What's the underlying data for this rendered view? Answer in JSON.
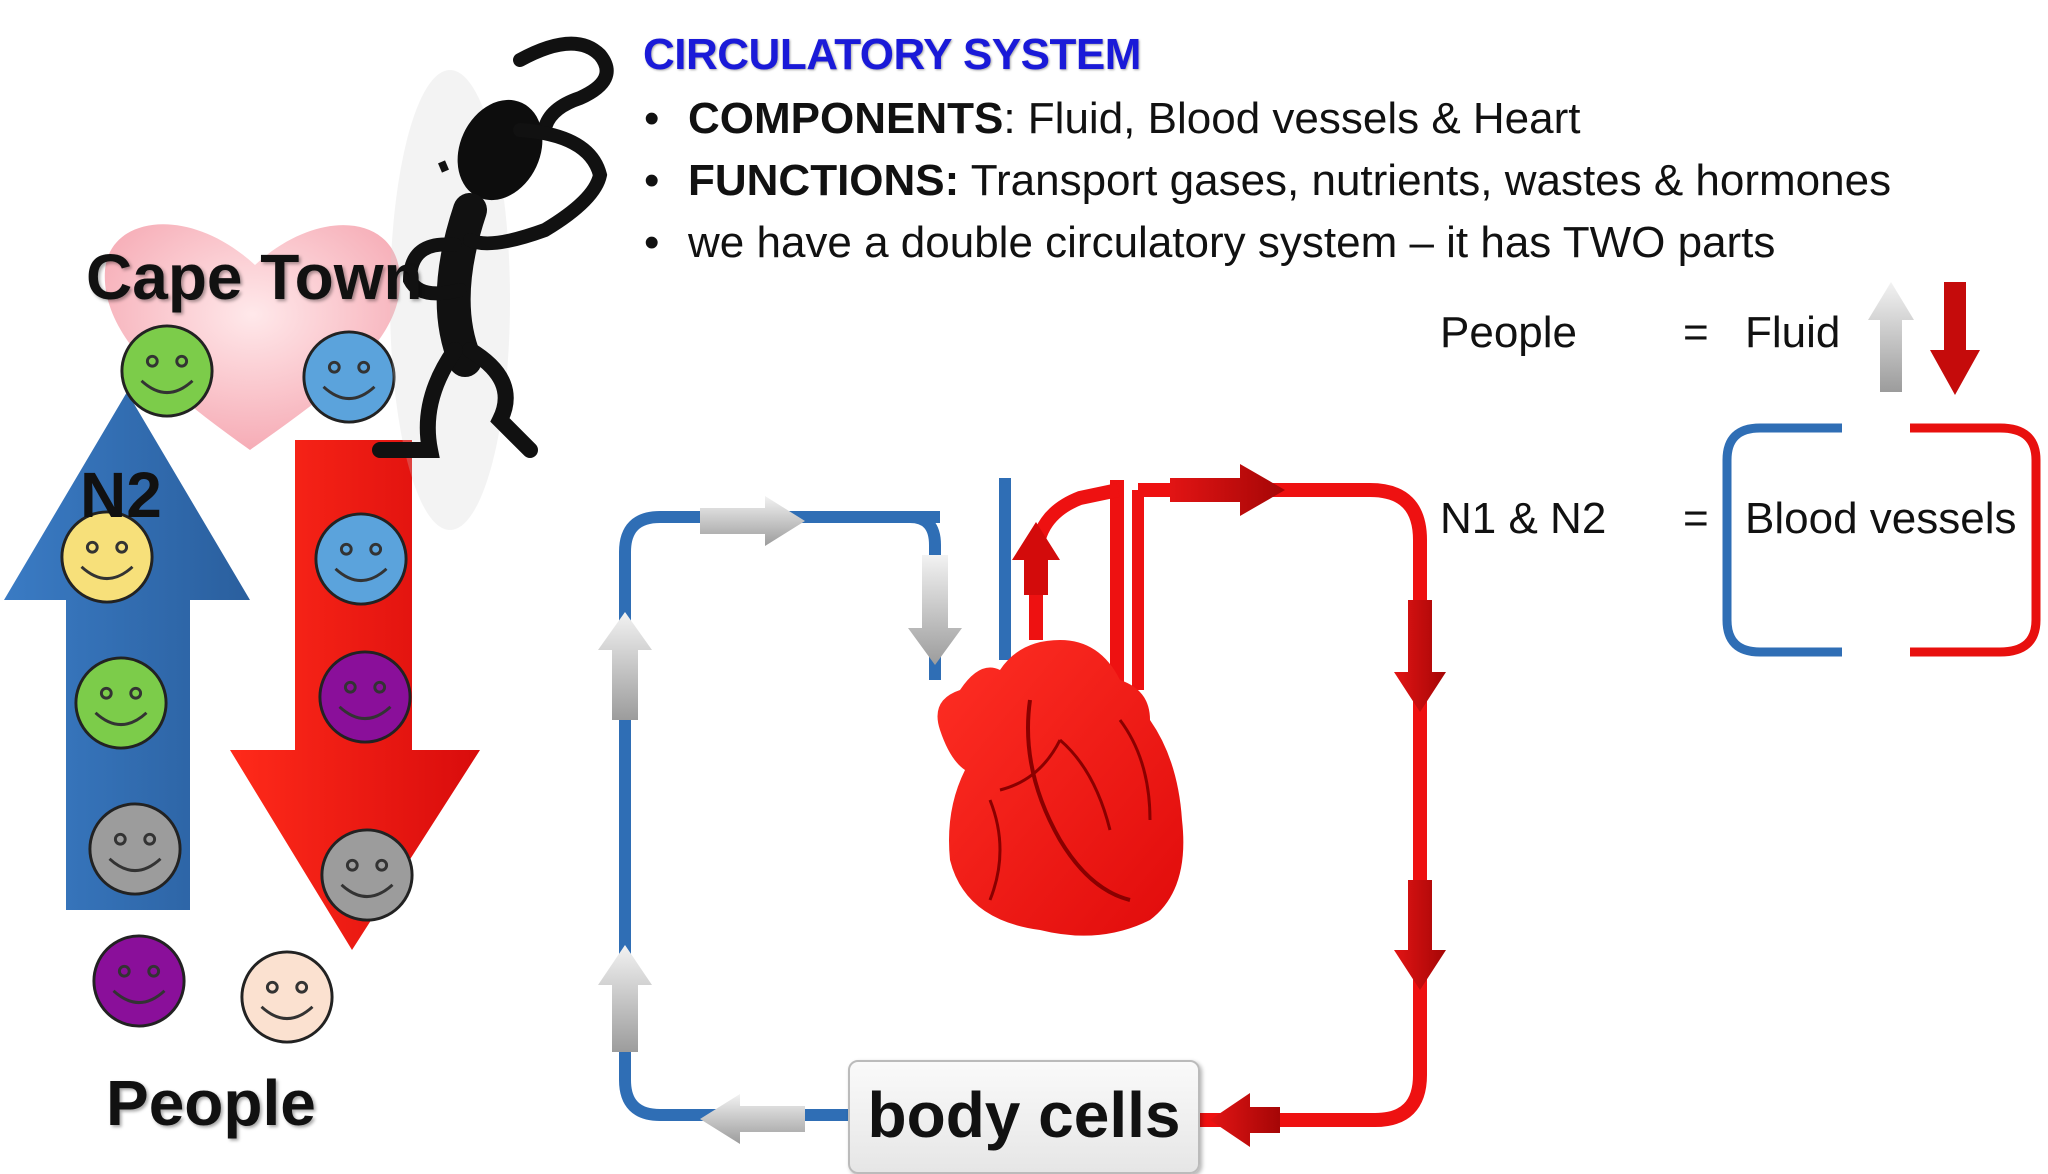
{
  "slide": {
    "title": "CIRCULATORY SYSTEM",
    "bullets": [
      {
        "bold": "COMPONENTS",
        "text": ":  Fluid, Blood vessels & Heart"
      },
      {
        "bold": "FUNCTIONS:",
        "text": " Transport gases, nutrients, wastes & hormones"
      },
      {
        "bold": "",
        "text": "we have a double circulatory system – it has TWO parts"
      }
    ],
    "analogy": [
      {
        "term": "People",
        "equals": "=",
        "meaning": "Fluid"
      },
      {
        "term": "N1 & N2",
        "equals": "=",
        "meaning": "Blood vessels"
      }
    ],
    "left_panel": {
      "top_label": "Cape Town",
      "road_label": "N2",
      "bottom_label": "People"
    },
    "diagram": {
      "cells_label": "body cells"
    }
  },
  "colors": {
    "title": "#1a1ad8",
    "oxygenated": "#e8100e",
    "deoxygenated": "#2f6eb5",
    "arrow_grey": "#b8b8b8",
    "dark_red_arrow": "#b70a0a"
  },
  "icons": {
    "thinker": "question-figure-icon",
    "heart": "anatomical-heart-icon",
    "people": "smiley-face-icon"
  }
}
